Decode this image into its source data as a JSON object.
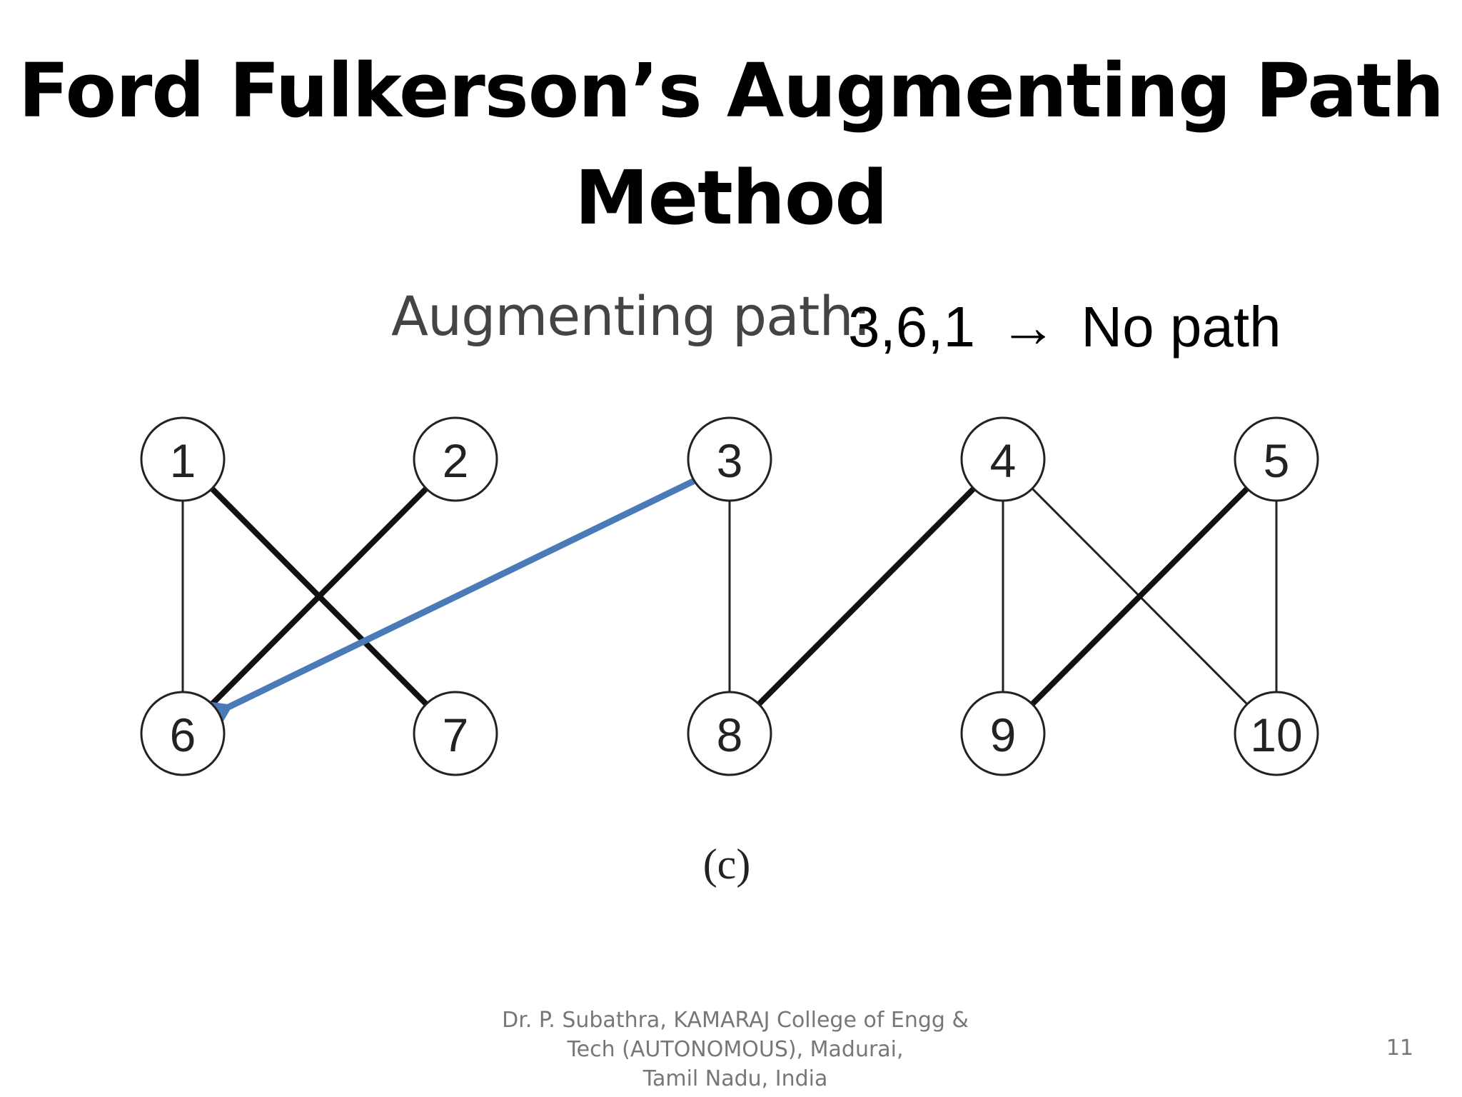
{
  "title": {
    "line1": "Ford Fulkerson’s Augmenting Path",
    "line2": "Method"
  },
  "augmenting_path": {
    "label": "Augmenting path:",
    "value": "3,6,1",
    "arrow": "→",
    "result": "No path"
  },
  "graph": {
    "nodes": [
      {
        "id": "1",
        "label": "1"
      },
      {
        "id": "2",
        "label": "2"
      },
      {
        "id": "3",
        "label": "3"
      },
      {
        "id": "4",
        "label": "4"
      },
      {
        "id": "5",
        "label": "5"
      },
      {
        "id": "6",
        "label": "6"
      },
      {
        "id": "7",
        "label": "7"
      },
      {
        "id": "8",
        "label": "8"
      },
      {
        "id": "9",
        "label": "9"
      },
      {
        "id": "10",
        "label": "10"
      }
    ],
    "edges": [
      {
        "from": "1",
        "to": "6",
        "matched": false
      },
      {
        "from": "1",
        "to": "7",
        "matched": true
      },
      {
        "from": "2",
        "to": "6",
        "matched": true
      },
      {
        "from": "3",
        "to": "8",
        "matched": false
      },
      {
        "from": "4",
        "to": "8",
        "matched": true
      },
      {
        "from": "4",
        "to": "9",
        "matched": false
      },
      {
        "from": "4",
        "to": "10",
        "matched": false
      },
      {
        "from": "5",
        "to": "9",
        "matched": true
      },
      {
        "from": "5",
        "to": "10",
        "matched": false
      }
    ],
    "highlight_arrow": {
      "from": "3",
      "to": "6",
      "color": "#4a7ab8"
    },
    "caption": "(c)"
  },
  "footer": {
    "line1": "Dr. P. Subathra, KAMARAJ College of Engg &",
    "line2": "Tech (AUTONOMOUS), Madurai,",
    "line3": "Tamil Nadu, India",
    "page_number": "11"
  }
}
